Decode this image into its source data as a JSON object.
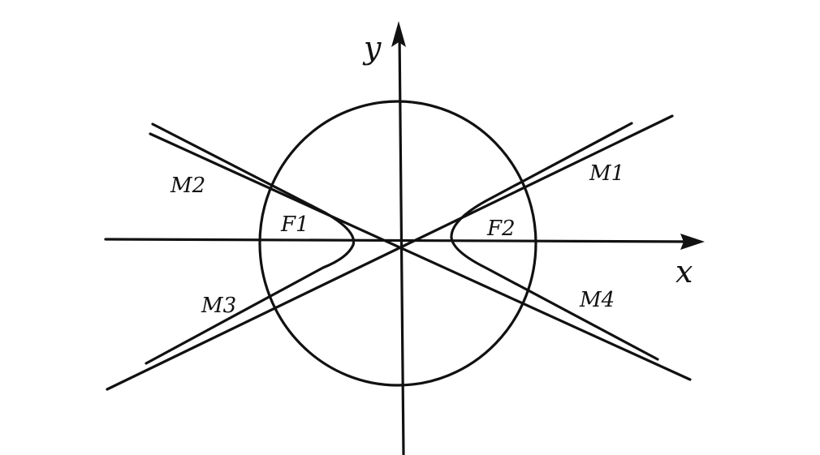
{
  "axes": {
    "x_label": "x",
    "y_label": "y"
  },
  "foci": {
    "left": "F1",
    "right": "F2"
  },
  "points": {
    "m1": "M1",
    "m2": "M2",
    "m3": "M3",
    "m4": "M4"
  }
}
